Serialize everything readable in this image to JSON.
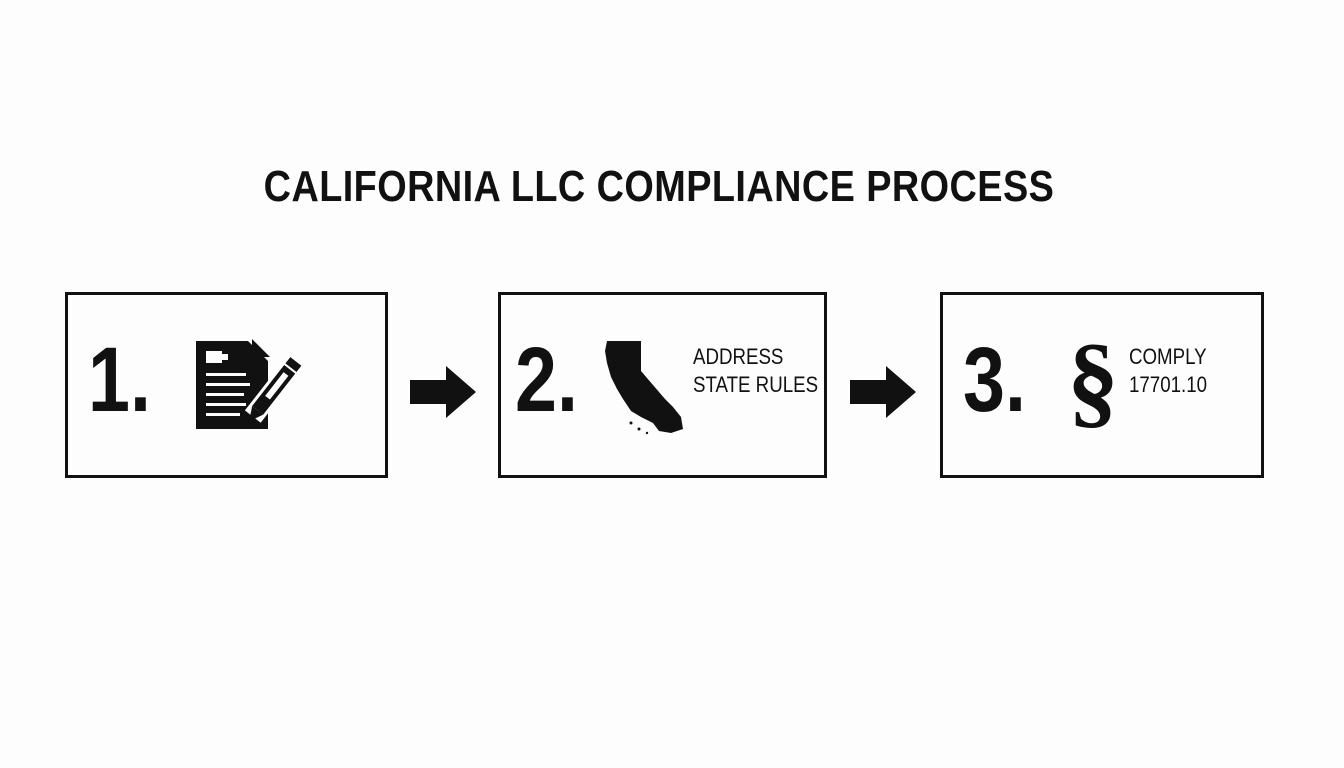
{
  "title": "CALIFORNIA LLC COMPLIANCE PROCESS",
  "steps": [
    {
      "number": "1.",
      "icon": "document-edit-icon"
    },
    {
      "number": "2.",
      "icon": "california-map-icon",
      "label_lines": [
        "ADDRESS",
        "STATE RULES"
      ]
    },
    {
      "number": "3.",
      "icon": "section-symbol-icon",
      "symbol": "§",
      "label_lines": [
        "COMPLY",
        "17701.10"
      ]
    }
  ],
  "arrows": [
    "arrow-right-icon",
    "arrow-right-icon"
  ],
  "colors": {
    "ink": "#111111",
    "background": "#fdfdfd"
  }
}
